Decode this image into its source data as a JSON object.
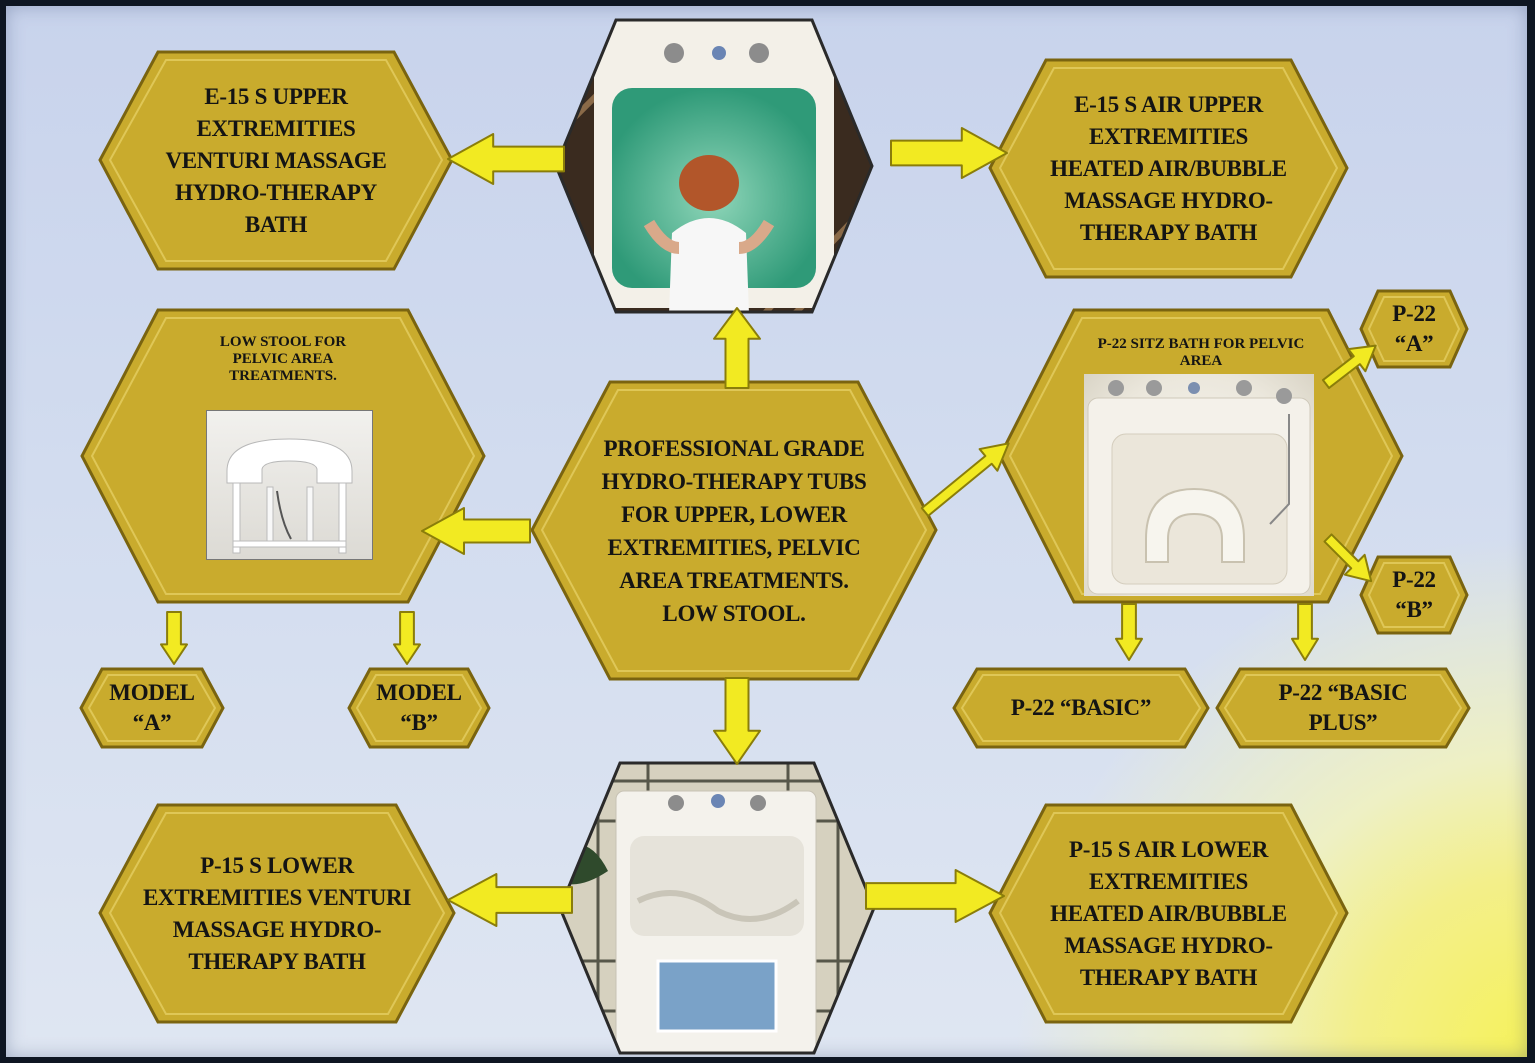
{
  "colors": {
    "hex_fill": "#c9ab2d",
    "hex_stroke": "#7a6410",
    "arrow_fill": "#f2ea22",
    "arrow_stroke": "#8a7d0a"
  },
  "nodes": {
    "center": "PROFESSIONAL GRADE HYDRO-THERAPY TUBS FOR UPPER, LOWER EXTREMITIES, PELVIC AREA TREATMENTS. LOW STOOL.",
    "e15s_upper": "E-15 S UPPER EXTREMITIES VENTURI MASSAGE HYDRO-THERAPY BATH",
    "e15s_air_upper": "E-15 S AIR UPPER EXTREMITIES HEATED AIR/BUBBLE MASSAGE HYDRO-THERAPY BATH",
    "low_stool": "LOW STOOL FOR PELVIC AREA TREATMENTS.",
    "p22_sitz": "P-22 SITZ BATH FOR PELVIC AREA",
    "model_a": "MODEL “A”",
    "model_b": "MODEL “B”",
    "p22_a": "P-22 “A”",
    "p22_b": "P-22 “B”",
    "p22_basic": "P-22 “BASIC”",
    "p22_basic_plus": "P-22 “BASIC PLUS”",
    "p15s_lower": "P-15 S LOWER EXTREMITIES VENTURI MASSAGE HYDRO-THERAPY BATH",
    "p15s_air_lower": "P-15 S AIR LOWER EXTREMITIES HEATED AIR/BUBBLE MASSAGE HYDRO-THERAPY BATH"
  },
  "photos": {
    "top": "upper-extremities-tub-photo",
    "bottom": "lower-extremities-tub-photo",
    "stool": "low-stool-photo",
    "sitz": "sitz-bath-photo"
  }
}
